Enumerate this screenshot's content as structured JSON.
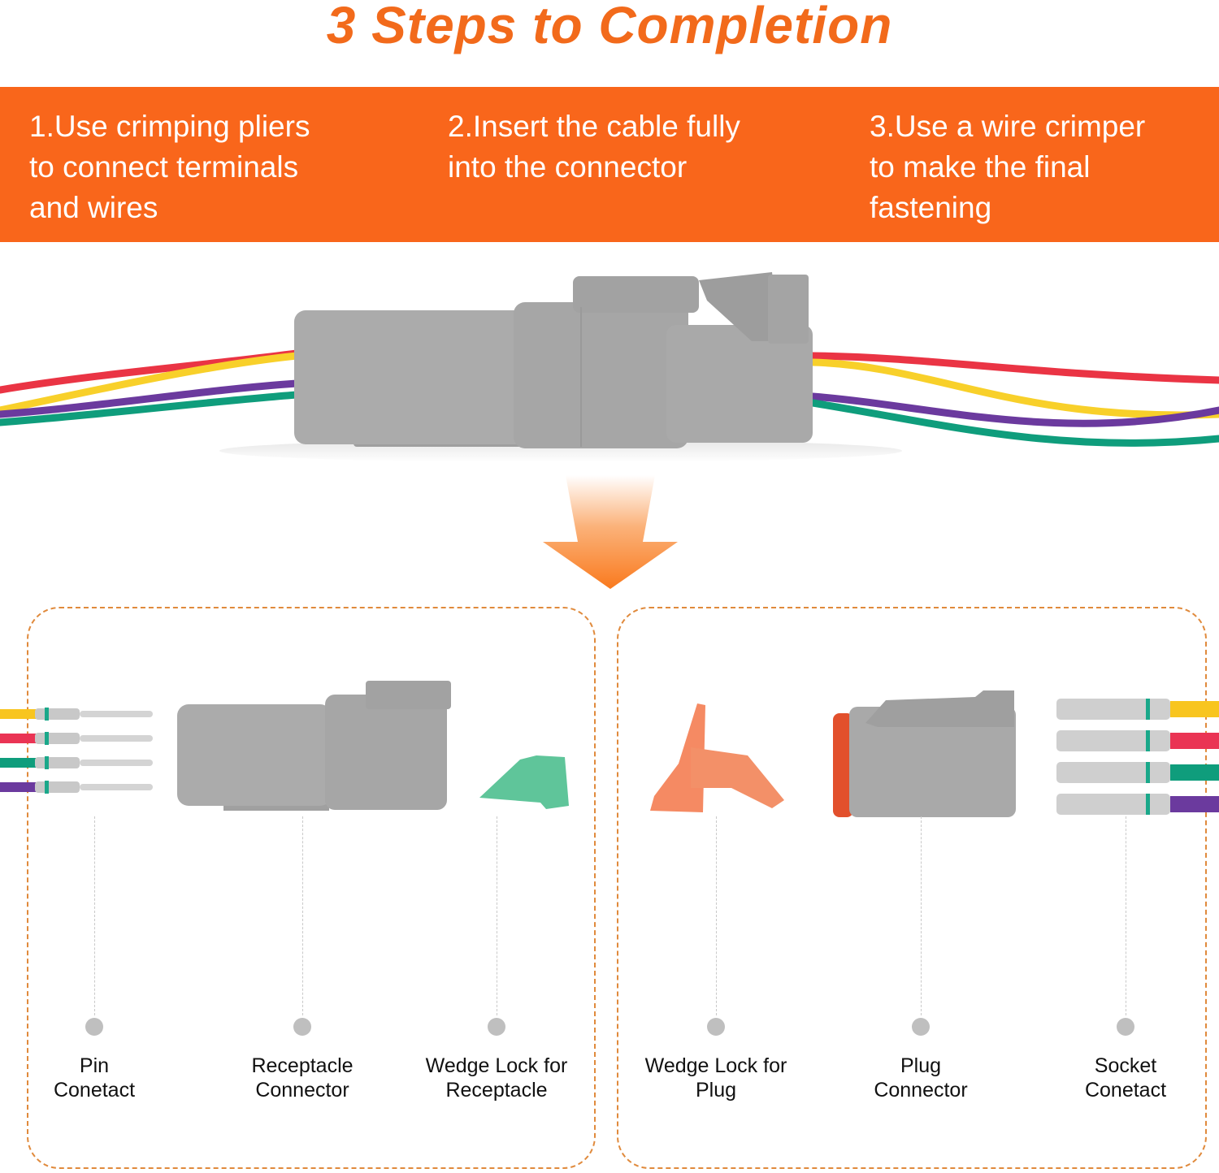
{
  "header": {
    "title": "3 Steps to Completion"
  },
  "steps": [
    {
      "text": "1.Use crimping pliers\nto connect terminals\nand wires"
    },
    {
      "text": "2.Insert the cable fully\ninto the connector"
    },
    {
      "text": "3.Use a wire crimper\nto make the final\nfastening"
    }
  ],
  "colors": {
    "accent": "#f9661b",
    "title": "#f26a1b",
    "connector_gray": "#a9a9a9",
    "wire_yellow": "#f8d02a",
    "wire_red": "#ea3444",
    "wire_purple": "#6b3a9e",
    "wire_green": "#0f9d7c",
    "wedge_green": "#5fc59a",
    "wedge_orange": "#f58a63"
  },
  "parts": {
    "left_group": [
      {
        "name": "Pin\nConetact"
      },
      {
        "name": "Receptacle\nConnector"
      },
      {
        "name": "Wedge Lock for\nReceptacle"
      }
    ],
    "right_group": [
      {
        "name": "Wedge Lock for\nPlug"
      },
      {
        "name": "Plug\nConnector"
      },
      {
        "name": "Socket\nConetact"
      }
    ]
  }
}
